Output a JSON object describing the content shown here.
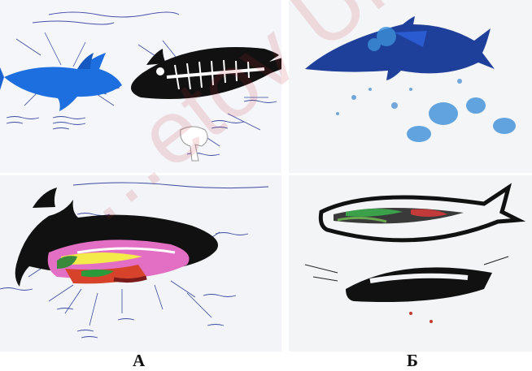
{
  "panels": {
    "top_left": {
      "description_text": ""
    },
    "bottom_left": {
      "description_text": ""
    },
    "top_right": {},
    "bottom_right": {}
  },
  "labels": {
    "a": "А",
    "b": "Б"
  },
  "watermark": {
    "text": "…etov Unive…"
  },
  "colors": {
    "blue_fish": "#1d6fe0",
    "navy_print": "#1e3f9a",
    "black": "#111111",
    "paper": "#f5f6f8"
  }
}
